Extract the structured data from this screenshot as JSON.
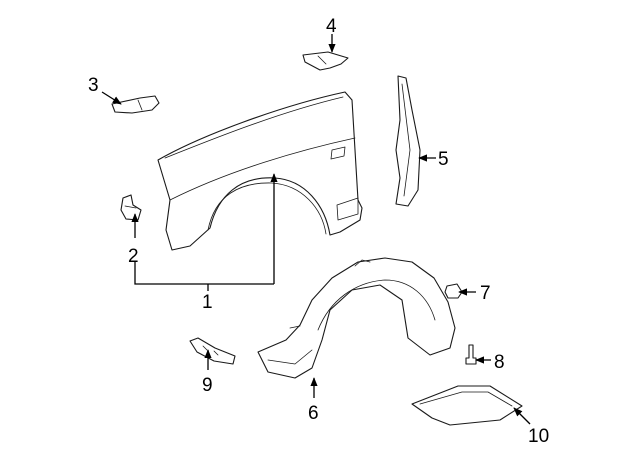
{
  "callouts": {
    "c1": "1",
    "c2": "2",
    "c3": "3",
    "c4": "4",
    "c5": "5",
    "c6": "6",
    "c7": "7",
    "c8": "8",
    "c9": "9",
    "c10": "10"
  },
  "colors": {
    "line": "#1a1a1a",
    "background": "#ffffff"
  }
}
